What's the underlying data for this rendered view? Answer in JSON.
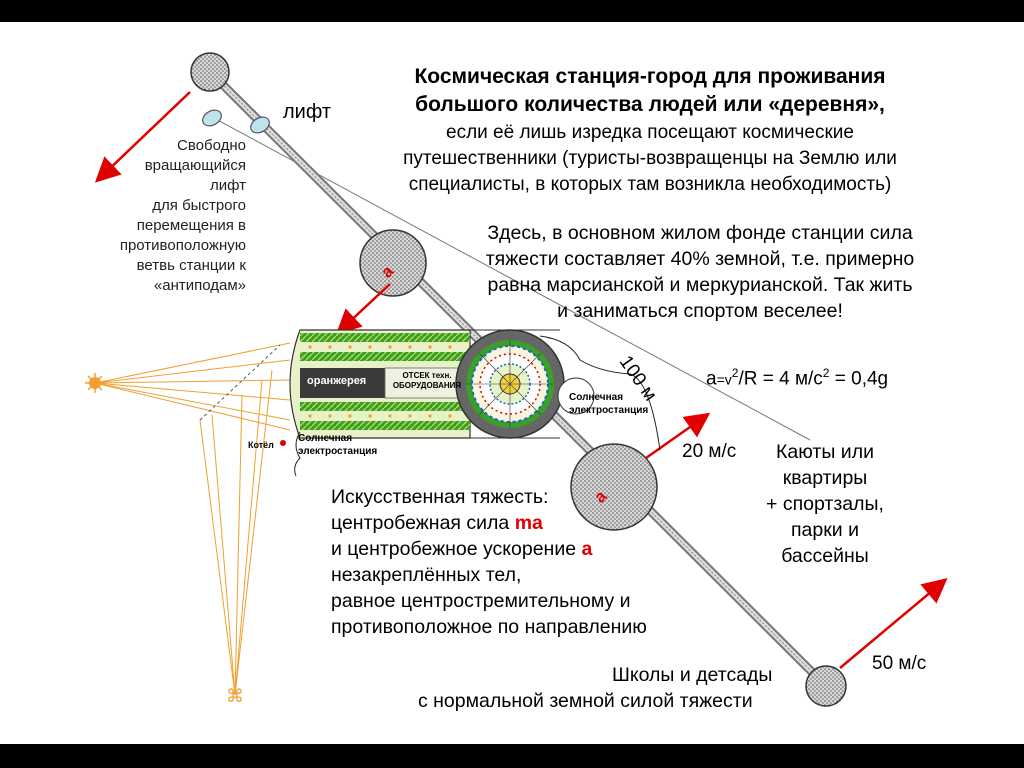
{
  "title_line1": "Космическая станция-город для проживания",
  "title_line2": "большого количества людей или «деревня»,",
  "subtitle": [
    "если её лишь изредка посещают космические",
    "путешественники (туристы-возвращенцы на Землю или",
    "специалисты, в которых там возникла необходимость)"
  ],
  "gravity_text": [
    "Здесь, в основном жилом фонде станции сила",
    "тяжести составляет 40% земной, т.е. примерно",
    "равна марсианской и меркурианской. Так жить",
    "и заниматься спортом веселее!"
  ],
  "lift_label": "лифт",
  "lift_desc": [
    "Свободно",
    "вращающийся",
    "лифт",
    "для быстрого",
    "перемещения в",
    "противоположную",
    "ветвь станции к",
    "«антиподам»"
  ],
  "dim_label": "100 м",
  "formula": {
    "a": "a",
    "eq": "=v",
    "sup1": "2",
    "mid": "/R = 4 м/с",
    "sup2": "2",
    "end": " = 0,4g"
  },
  "solar_station_right": [
    "Солнечная",
    "электростанция"
  ],
  "solar_station_left": [
    "Солнечная",
    "электростанция"
  ],
  "boiler_label": "Котёл",
  "greenhouse_label": "оранжерея",
  "tech_label": [
    "ОТСЕК техн.",
    "ОБОРУДОВАНИЯ"
  ],
  "speed_20": "20 м/с",
  "speed_50": "50 м/с",
  "cabins": [
    "Каюты или",
    "квартиры",
    "+ спортзалы,",
    "парки и",
    "бассейны"
  ],
  "artificial": {
    "line1": "Искусственная тяжесть:",
    "line2_pre": "центробежная сила ",
    "line2_red": "ma",
    "line3_pre": "и центробежное ускорение ",
    "line3_red": "a",
    "line4": "незакреплённых тел,",
    "line5": "равное центростремительному и",
    "line6": "противоположное по направлению"
  },
  "schools": [
    "Школы и детсады",
    "с нормальной земной силой тяжести"
  ],
  "sphere_label": "a",
  "colors": {
    "arrow": "#e00000",
    "light": "#f0a030",
    "sphere": "#bfbfbf",
    "green": "#3aa02a"
  }
}
